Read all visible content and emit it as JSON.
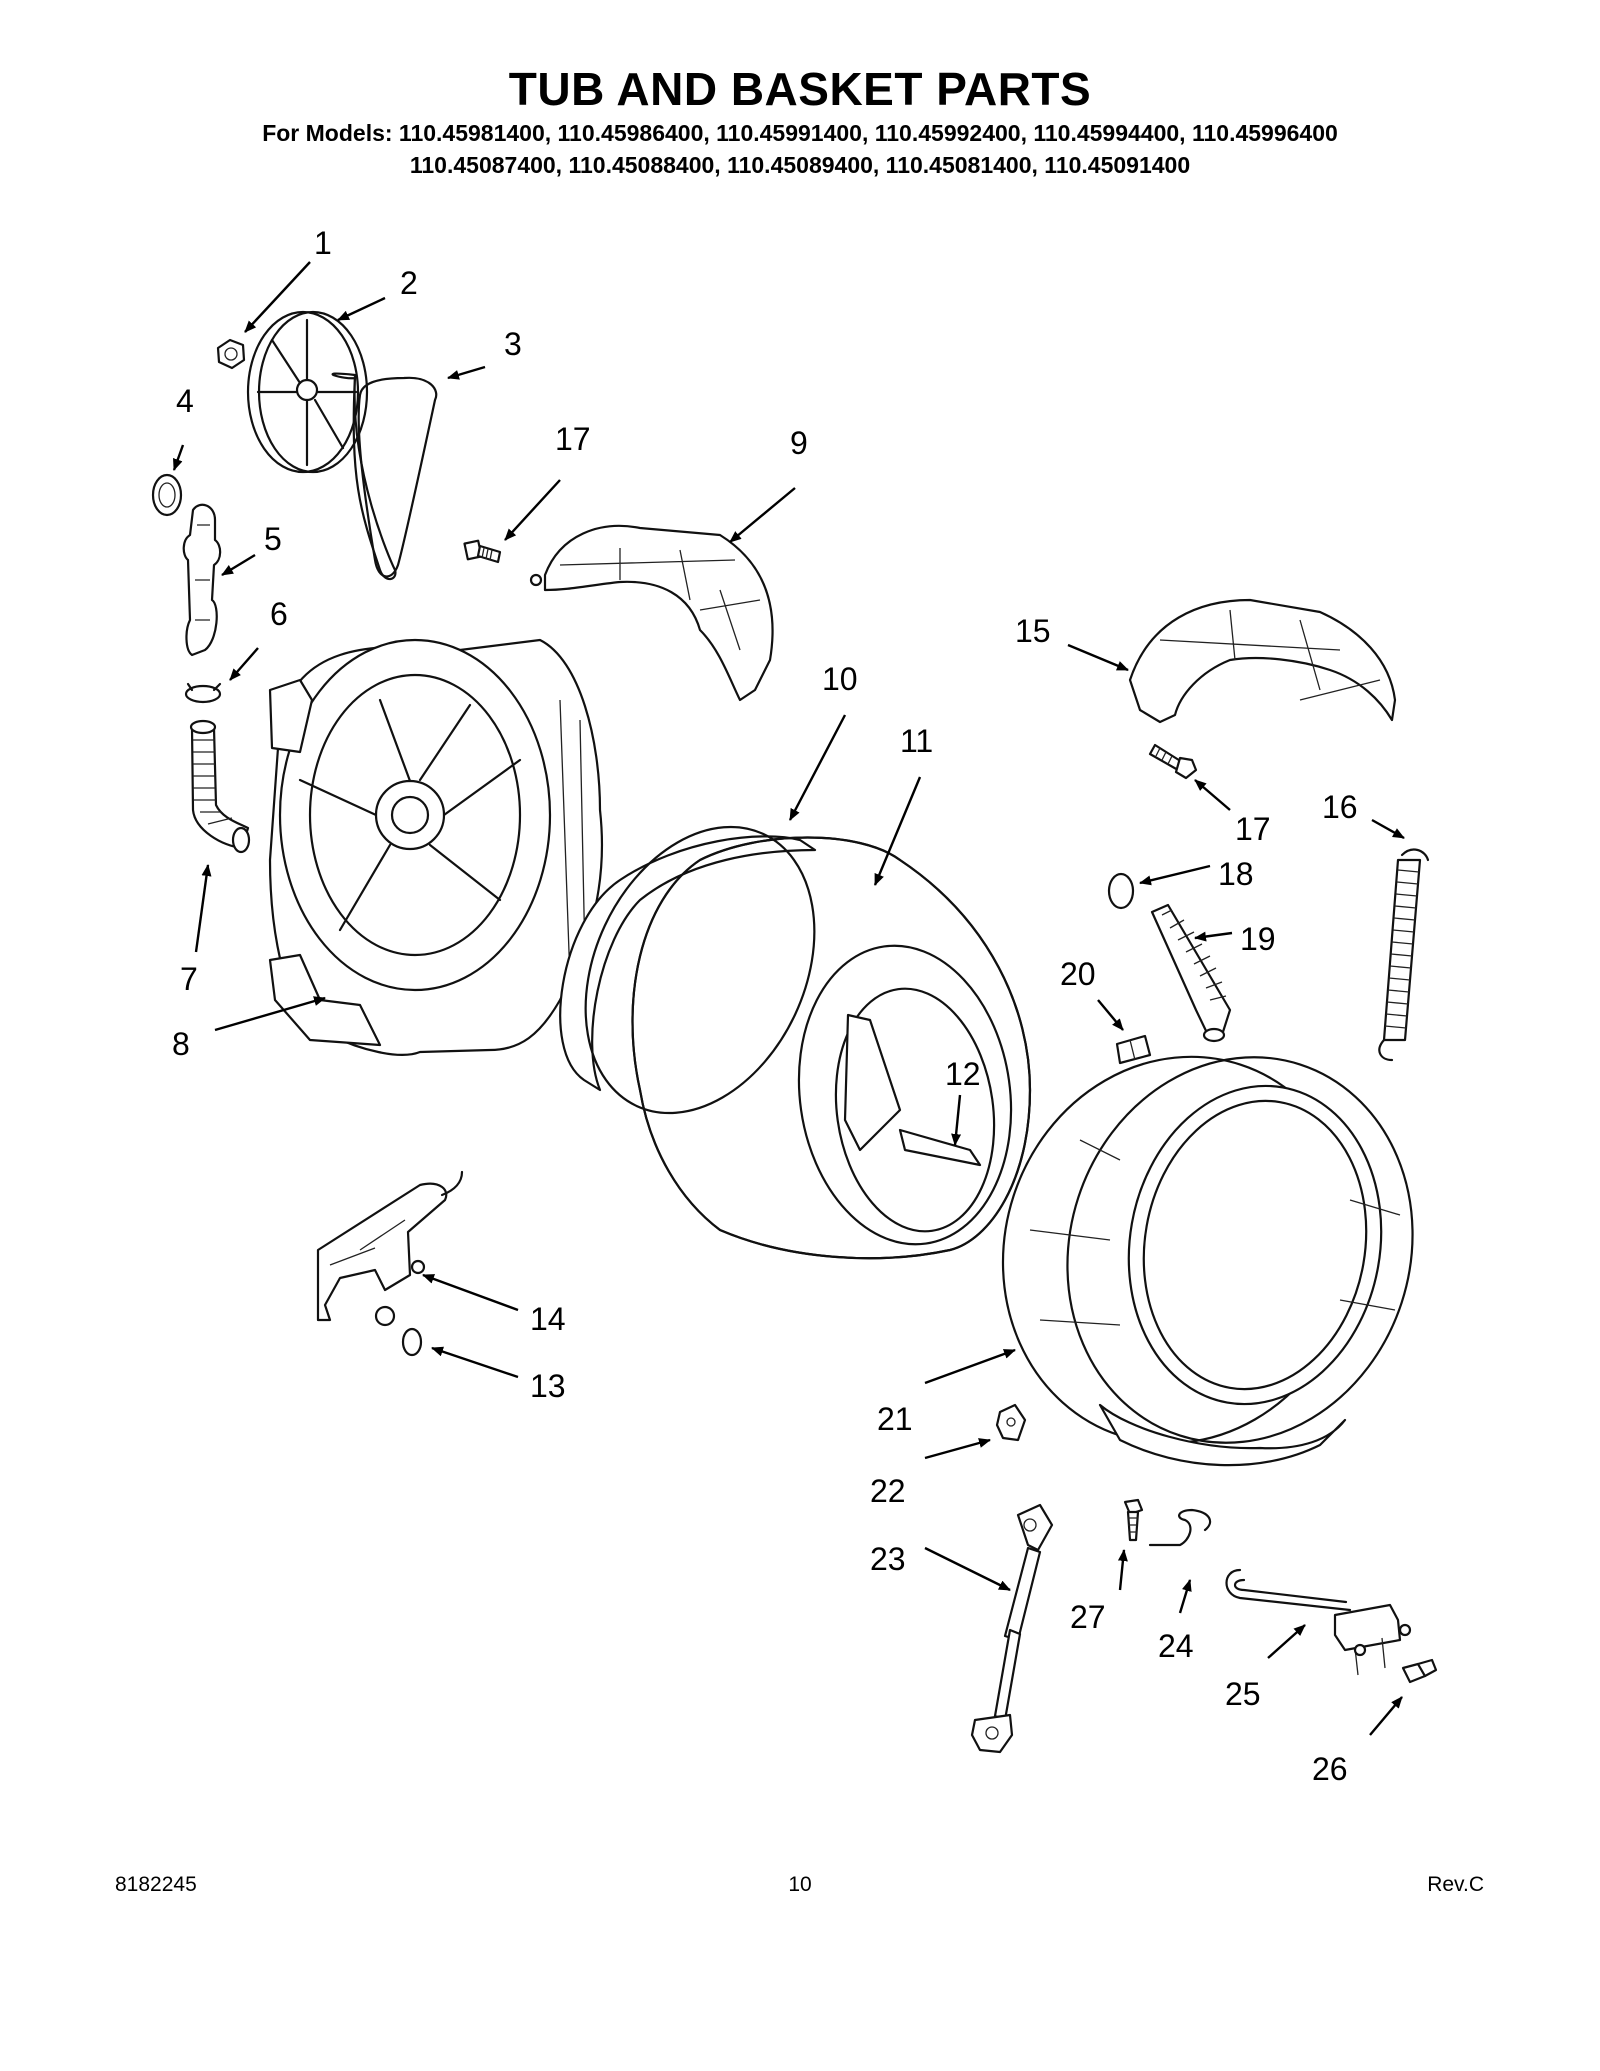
{
  "title": "TUB AND BASKET PARTS",
  "models_line1": "For Models: 110.45981400, 110.45986400, 110.45991400, 110.45992400, 110.45994400, 110.45996400",
  "models_line2": "110.45087400, 110.45088400, 110.45089400, 110.45081400, 110.45091400",
  "callouts": [
    "1",
    "2",
    "3",
    "4",
    "5",
    "6",
    "7",
    "8",
    "9",
    "10",
    "11",
    "12",
    "13",
    "14",
    "15",
    "16",
    "17",
    "18",
    "19",
    "20",
    "21",
    "22",
    "23",
    "24",
    "25",
    "26",
    "27"
  ],
  "footer": {
    "doc_number": "8182245",
    "page_number": "10",
    "revision": "Rev.C"
  }
}
